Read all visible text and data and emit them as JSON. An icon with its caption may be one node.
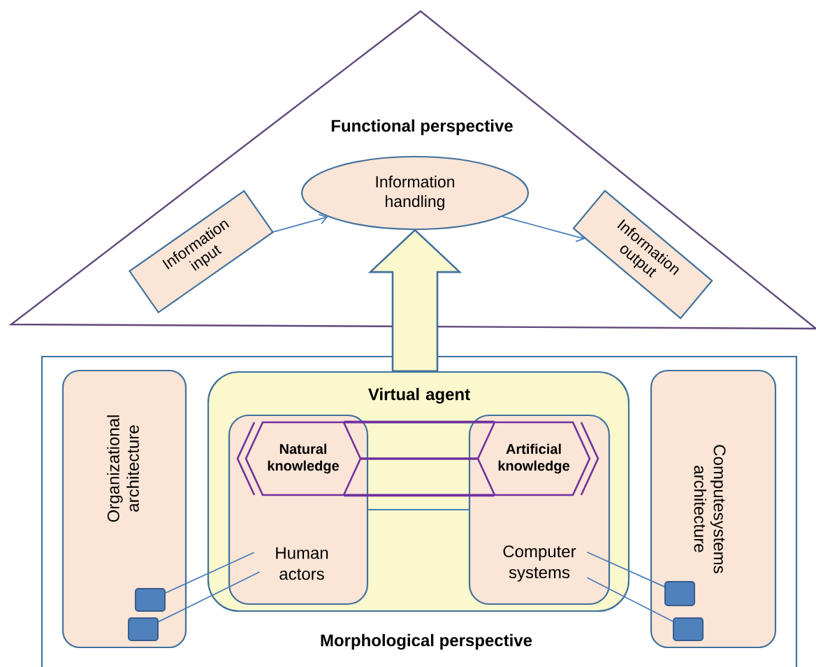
{
  "diagram": {
    "nodes": [
      {
        "text": [
          "Functional perspective"
        ]
      },
      {
        "text": [
          "Information input"
        ],
        "in": 0
      },
      {
        "text": [
          "Information handling"
        ],
        "in": 0
      },
      {
        "text": [
          "Information output"
        ],
        "in": 0
      },
      {
        "text": [
          "Morphological perspective"
        ]
      },
      {
        "text": [
          "Organizational architecture"
        ],
        "in": 4
      },
      {
        "text": [],
        "shape": "box",
        "in": 5
      },
      {
        "text": [],
        "shape": "box",
        "in": 5
      },
      {
        "text": [
          "Virtual agent"
        ],
        "in": 4
      },
      {
        "text": [
          "Human actors"
        ],
        "in": 8
      },
      {
        "text": [
          "Natural knowledge"
        ],
        "in": 9
      },
      {
        "text": [
          "Computer systems"
        ],
        "in": 8
      },
      {
        "text": [
          "Artificial knowledge"
        ],
        "in": 11
      },
      {
        "text": [
          "Computesystems architecture"
        ],
        "in": 4
      },
      {
        "text": [],
        "shape": "box",
        "in": 13
      },
      {
        "text": [],
        "shape": "box",
        "in": 13
      }
    ],
    "edges": [
      {
        "from": 1,
        "to": 2,
        "arrow": "to"
      },
      {
        "from": 2,
        "to": 3,
        "arrow": "to"
      },
      {
        "from": 8,
        "to": 2,
        "arrow": "to",
        "style": "thick"
      },
      {
        "from": 10,
        "to": 12,
        "arrow": "none",
        "color": "#7030a0"
      },
      {
        "from": 10,
        "to": 12,
        "arrow": "none",
        "color": "#7030a0"
      },
      {
        "from": 10,
        "to": 12,
        "arrow": "none",
        "color": "#7030a0"
      },
      {
        "from": 9,
        "to": 11,
        "arrow": "none"
      },
      {
        "from": 9,
        "to": 6,
        "arrow": "none"
      },
      {
        "from": 9,
        "to": 7,
        "arrow": "none"
      },
      {
        "from": 11,
        "to": 14,
        "arrow": "none"
      },
      {
        "from": 11,
        "to": 15,
        "arrow": "none"
      }
    ]
  }
}
